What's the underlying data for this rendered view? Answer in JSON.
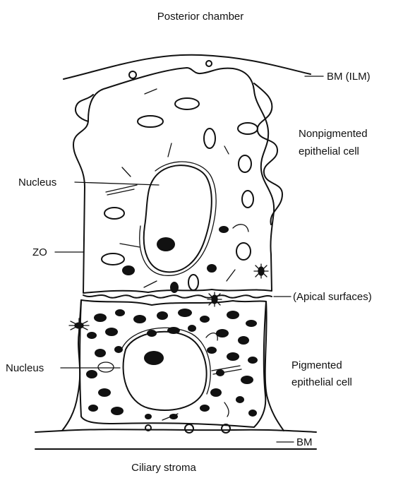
{
  "labels": {
    "posterior_chamber": "Posterior chamber",
    "bm_ilm": "BM (ILM)",
    "nonpigmented_line1": "Nonpigmented",
    "nonpigmented_line2": "epithelial cell",
    "nucleus_upper": "Nucleus",
    "zo": "ZO",
    "apical_surfaces": "(Apical surfaces)",
    "nucleus_lower": "Nucleus",
    "pigmented_line1": "Pigmented",
    "pigmented_line2": "epithelial cell",
    "bm": "BM",
    "ciliary_stroma": "Ciliary stroma"
  },
  "colors": {
    "ink": "#111111",
    "background": "#ffffff"
  }
}
